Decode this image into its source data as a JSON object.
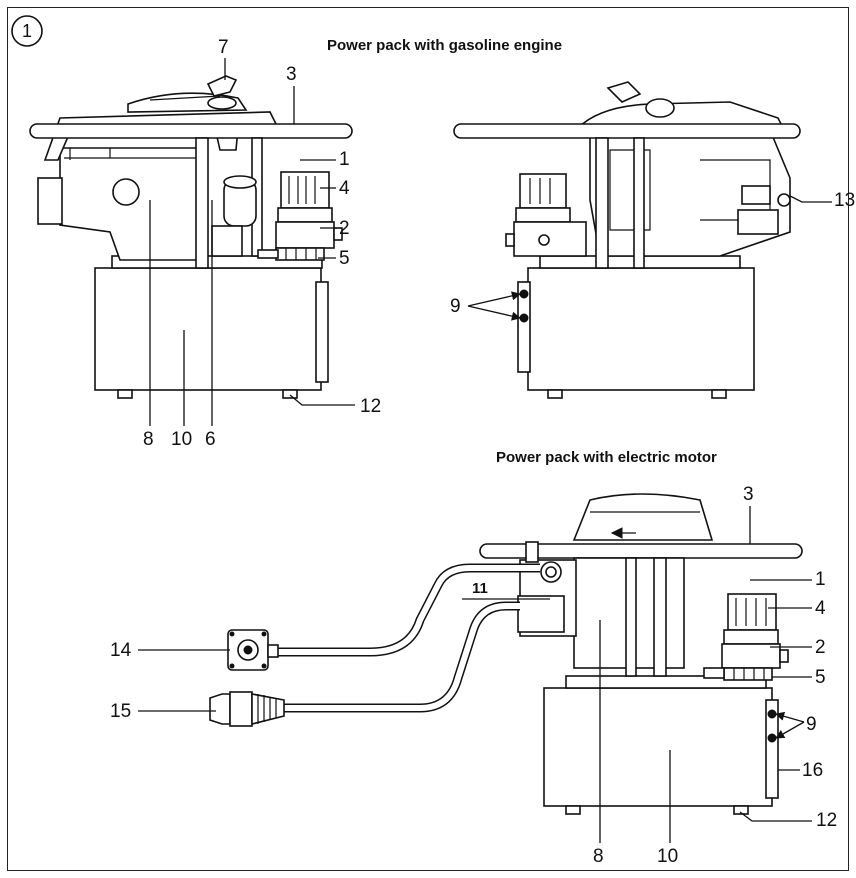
{
  "figure_number": "1",
  "titles": {
    "gasoline": "Power pack with gasoline engine",
    "electric": "Power pack with electric motor"
  },
  "callouts": {
    "gas_left": {
      "c7": "7",
      "c3": "3",
      "c1": "1",
      "c4": "4",
      "c2": "2",
      "c5": "5",
      "c8": "8",
      "c10": "10",
      "c6": "6",
      "c12": "12"
    },
    "gas_right": {
      "c13": "13",
      "c9": "9"
    },
    "electric": {
      "c3": "3",
      "c1": "1",
      "c4": "4",
      "c2": "2",
      "c5": "5",
      "c11": "11",
      "c14": "14",
      "c15": "15",
      "c9": "9",
      "c16": "16",
      "c12": "12",
      "c8": "8",
      "c10": "10"
    }
  }
}
